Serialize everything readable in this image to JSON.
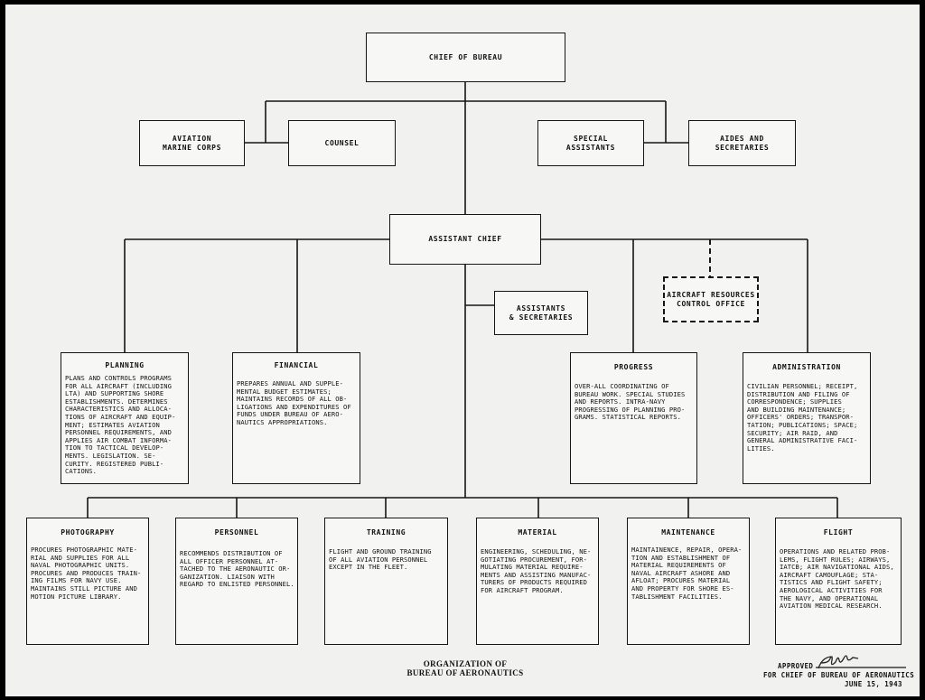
{
  "chart": {
    "chief": "CHIEF OF BUREAU",
    "aviation_marine_corps": "AVIATION\nMARINE CORPS",
    "counsel": "COUNSEL",
    "special_assistants": "SPECIAL\nASSISTANTS",
    "aides_secretaries": "AIDES AND\nSECRETARIES",
    "assistant_chief": "ASSISTANT CHIEF",
    "assistants_secretaries": "ASSISTANTS\n& SECRETARIES",
    "aircraft_resources": "AIRCRAFT RESOURCES\nCONTROL OFFICE",
    "planning": {
      "title": "PLANNING",
      "text": "PLANS AND CONTROLS PROGRAMS\nFOR ALL AIRCRAFT (INCLUDING\nLTA) AND SUPPORTING SHORE\nESTABLISHMENTS. DETERMINES\nCHARACTERISTICS AND ALLOCA-\nTIONS OF AIRCRAFT AND EQUIP-\nMENT; ESTIMATES AVIATION\nPERSONNEL REQUIREMENTS, AND\nAPPLIES AIR COMBAT INFORMA-\nTION TO TACTICAL DEVELOP-\nMENTS.  LEGISLATION.  SE-\nCURITY.  REGISTERED PUBLI-\nCATIONS."
    },
    "financial": {
      "title": "FINANCIAL",
      "text": "PREPARES ANNUAL AND SUPPLE-\nMENTAL BUDGET ESTIMATES;\nMAINTAINS RECORDS OF ALL OB-\nLIGATIONS AND EXPENDITURES OF\nFUNDS UNDER BUREAU OF AERO-\nNAUTICS APPROPRIATIONS."
    },
    "progress": {
      "title": "PROGRESS",
      "text": "OVER-ALL COORDINATING OF\nBUREAU WORK.  SPECIAL STUDIES\nAND REPORTS.  INTRA-NAVY\nPROGRESSING OF PLANNING PRO-\nGRAMS.  STATISTICAL REPORTS."
    },
    "administration": {
      "title": "ADMINISTRATION",
      "text": "CIVILIAN PERSONNEL; RECEIPT,\nDISTRIBUTION AND FILING OF\nCORRESPONDENCE; SUPPLIES\nAND BUILDING MAINTENANCE;\nOFFICERS' ORDERS; TRANSPOR-\nTATION; PUBLICATIONS; SPACE;\nSECURITY; AIR RAID, AND\nGENERAL ADMINISTRATIVE FACI-\nLITIES."
    },
    "photography": {
      "title": "PHOTOGRAPHY",
      "text": "PROCURES PHOTOGRAPHIC MATE-\nRIAL AND SUPPLIES FOR ALL\nNAVAL PHOTOGRAPHIC UNITS.\nPROCURES AND PRODUCES TRAIN-\nING FILMS FOR NAVY USE.\nMAINTAINS STILL PICTURE AND\nMOTION PICTURE LIBRARY."
    },
    "personnel": {
      "title": "PERSONNEL",
      "text": "RECOMMENDS DISTRIBUTION OF\nALL OFFICER PERSONNEL AT-\nTACHED TO THE AERONAUTIC OR-\nGANIZATION.  LIAISON WITH\nREGARD TO ENLISTED PERSONNEL."
    },
    "training": {
      "title": "TRAINING",
      "text": "FLIGHT AND GROUND TRAINING\nOF ALL AVIATION PERSONNEL\nEXCEPT IN THE FLEET."
    },
    "material": {
      "title": "MATERIAL",
      "text": "ENGINEERING, SCHEDULING, NE-\nGOTIATING PROCUREMENT, FOR-\nMULATING MATERIAL REQUIRE-\nMENTS AND ASSISTING MANUFAC-\nTURERS OF PRODUCTS REQUIRED\nFOR AIRCRAFT PROGRAM."
    },
    "maintenance": {
      "title": "MAINTENANCE",
      "text": "MAINTAINENCE, REPAIR, OPERA-\nTION AND ESTABLISHMENT OF\nMATERIAL REQUIREMENTS OF\nNAVAL AIRCRAFT ASHORE AND\nAFLOAT; PROCURES MATERIAL\nAND PROPERTY FOR SHORE ES-\nTABLISHMENT FACILITIES."
    },
    "flight": {
      "title": "FLIGHT",
      "text": "OPERATIONS AND RELATED PROB-\nLEMS, FLIGHT RULES; AIRWAYS,\nIATCB; AIR NAVIGATIONAL AIDS,\nAIRCRAFT CAMOUFLAGE; STA-\nTISTICS AND FLIGHT SAFETY;\nAEROLOGICAL ACTIVITIES FOR\nTHE NAVY, AND OPERATIONAL\nAVIATION MEDICAL RESEARCH."
    }
  },
  "footer": {
    "title": "ORGANIZATION OF\nBUREAU OF AERONAUTICS",
    "approved": "APPROVED",
    "signature": "F. Jellie",
    "for_chief": "FOR CHIEF OF BUREAU OF AERONAUTICS",
    "date": "JUNE 15, 1943"
  }
}
